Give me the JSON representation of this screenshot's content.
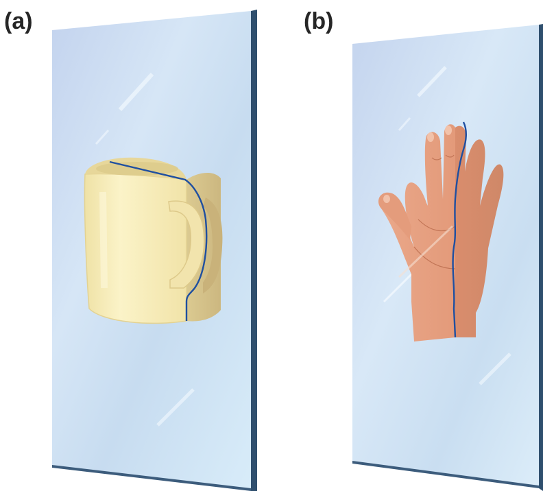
{
  "panels": [
    {
      "label": "(a)",
      "subject": "mug",
      "icon": "mirror-mug-icon"
    },
    {
      "label": "(b)",
      "subject": "hand",
      "icon": "mirror-hand-icon"
    }
  ],
  "colors": {
    "mirror_light": "#dcecf8",
    "mirror_mid": "#bcd6ee",
    "mirror_edge": "#2f4f6e",
    "mirror_line": "#1f4fa0",
    "mug_fill": "#f4eab6",
    "mug_shadow": "#e0cf8e",
    "skin": "#e6a183",
    "skin_shadow": "#cf8566"
  }
}
